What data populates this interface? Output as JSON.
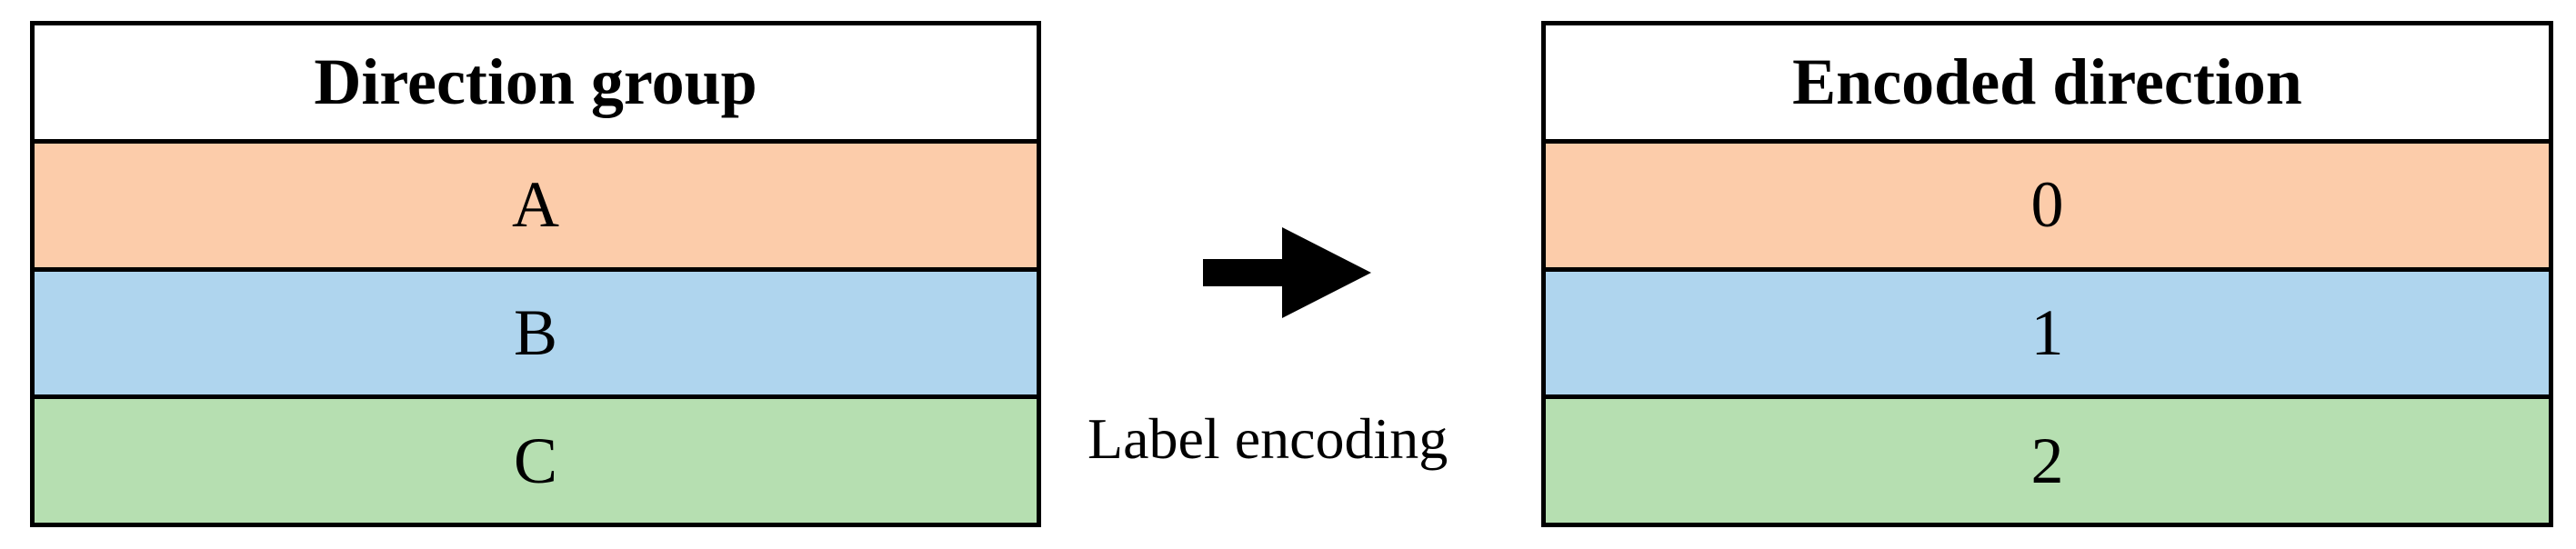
{
  "figure": {
    "source_table": {
      "header": "Direction group",
      "rows": [
        {
          "label": "A"
        },
        {
          "label": "B"
        },
        {
          "label": "C"
        }
      ]
    },
    "target_table": {
      "header": "Encoded direction",
      "rows": [
        {
          "label": "0"
        },
        {
          "label": "1"
        },
        {
          "label": "2"
        }
      ]
    },
    "arrow_label": "Label encoding",
    "colors": {
      "row_1": "#FCCCAA",
      "row_2": "#AFD5EE",
      "row_3": "#B6DFB1",
      "header_bg": "#FFFFFF",
      "border": "#000000",
      "arrow": "#000000"
    }
  }
}
